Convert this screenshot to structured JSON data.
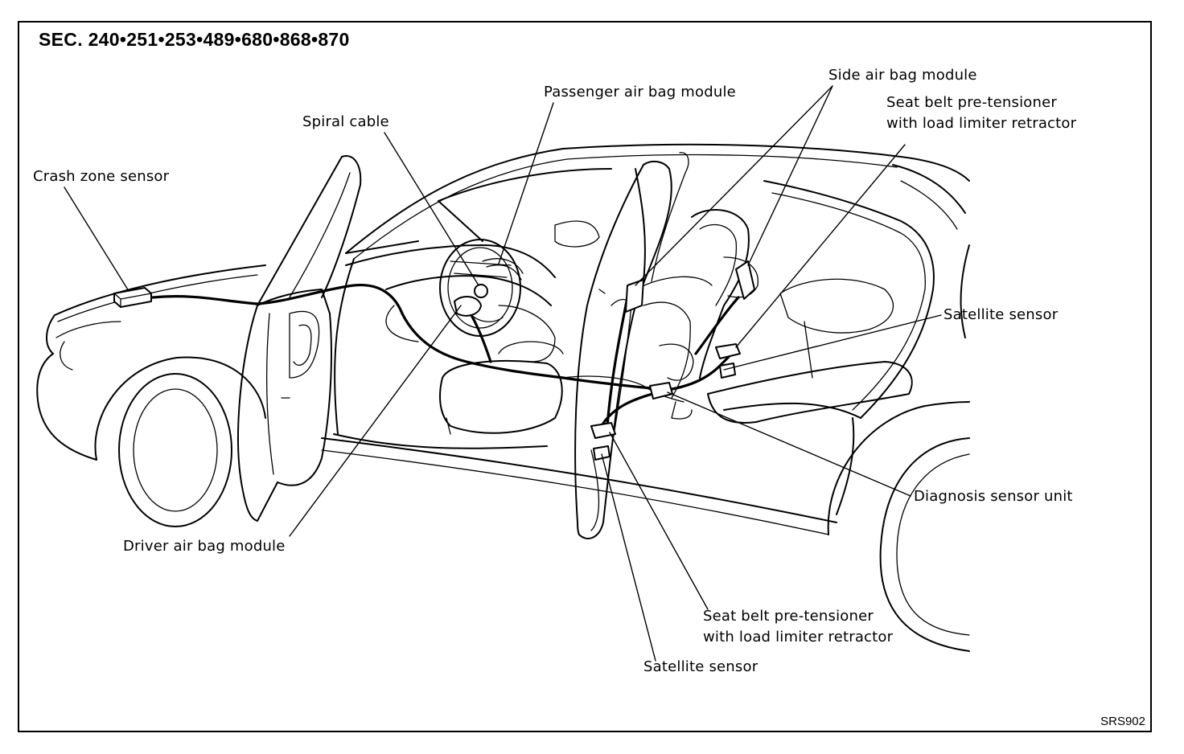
{
  "header": {
    "section": "SEC. 240•251•253•489•680•868•870"
  },
  "labels": {
    "crash_zone_sensor": "Crash zone sensor",
    "spiral_cable": "Spiral cable",
    "passenger_air_bag_module": "Passenger air bag module",
    "side_air_bag_module": "Side air bag module",
    "seat_belt_pretensioner_rear_line1": "Seat belt pre-tensioner",
    "seat_belt_pretensioner_rear_line2": "with load limiter retractor",
    "satellite_sensor_rear": "Satellite sensor",
    "diagnosis_sensor_unit": "Diagnosis sensor unit",
    "driver_air_bag_module": "Driver air bag module",
    "seat_belt_pretensioner_front_line1": "Seat belt pre-tensioner",
    "seat_belt_pretensioner_front_line2": "with load limiter retractor",
    "satellite_sensor_front": "Satellite sensor"
  },
  "footer": {
    "figure_code": "SRS902"
  }
}
